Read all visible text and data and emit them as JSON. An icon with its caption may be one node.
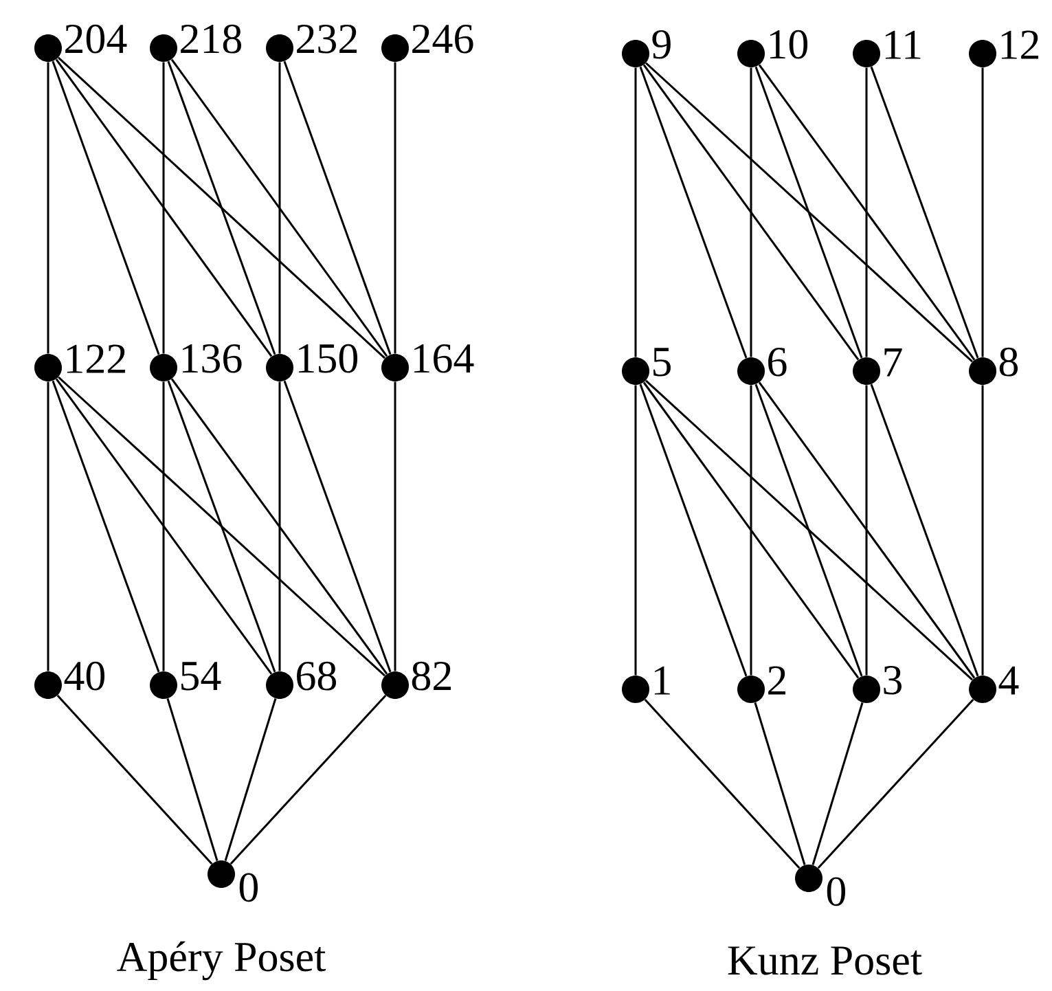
{
  "diagram": {
    "nodes": [
      {
        "text": [],
        "shape": "circle",
        "beside": [
          "204"
        ]
      },
      {
        "text": [],
        "shape": "circle",
        "beside": [
          "218"
        ]
      },
      {
        "text": [],
        "shape": "circle",
        "beside": [
          "232"
        ]
      },
      {
        "text": [],
        "shape": "circle",
        "beside": [
          "246"
        ]
      },
      {
        "text": [],
        "shape": "circle",
        "beside": [
          "122"
        ]
      },
      {
        "text": [],
        "shape": "circle",
        "beside": [
          "136"
        ]
      },
      {
        "text": [],
        "shape": "circle",
        "beside": [
          "150"
        ]
      },
      {
        "text": [],
        "shape": "circle",
        "beside": [
          "164"
        ]
      },
      {
        "text": [],
        "shape": "circle",
        "beside": [
          "40"
        ]
      },
      {
        "text": [],
        "shape": "circle",
        "beside": [
          "54"
        ]
      },
      {
        "text": [],
        "shape": "circle",
        "beside": [
          "68"
        ]
      },
      {
        "text": [],
        "shape": "circle",
        "beside": [
          "82"
        ]
      },
      {
        "text": [],
        "shape": "circle",
        "beside": [
          "0"
        ]
      },
      {
        "text": [],
        "shape": "circle",
        "beside": [
          "9"
        ]
      },
      {
        "text": [],
        "shape": "circle",
        "beside": [
          "10"
        ]
      },
      {
        "text": [],
        "shape": "circle",
        "beside": [
          "11"
        ]
      },
      {
        "text": [],
        "shape": "circle",
        "beside": [
          "12"
        ]
      },
      {
        "text": [],
        "shape": "circle",
        "beside": [
          "5"
        ]
      },
      {
        "text": [],
        "shape": "circle",
        "beside": [
          "6"
        ]
      },
      {
        "text": [],
        "shape": "circle",
        "beside": [
          "7"
        ]
      },
      {
        "text": [],
        "shape": "circle",
        "beside": [
          "8"
        ]
      },
      {
        "text": [],
        "shape": "circle",
        "beside": [
          "1"
        ]
      },
      {
        "text": [],
        "shape": "circle",
        "beside": [
          "2"
        ]
      },
      {
        "text": [],
        "shape": "circle",
        "beside": [
          "3"
        ]
      },
      {
        "text": [],
        "shape": "circle",
        "beside": [
          "4"
        ]
      },
      {
        "text": [],
        "shape": "circle",
        "beside": [
          "0"
        ]
      }
    ],
    "edges": [
      {
        "from": 0,
        "to": 4,
        "arrow": "none"
      },
      {
        "from": 0,
        "to": 5,
        "arrow": "none"
      },
      {
        "from": 0,
        "to": 6,
        "arrow": "none"
      },
      {
        "from": 0,
        "to": 7,
        "arrow": "none"
      },
      {
        "from": 1,
        "to": 5,
        "arrow": "none"
      },
      {
        "from": 1,
        "to": 6,
        "arrow": "none"
      },
      {
        "from": 1,
        "to": 7,
        "arrow": "none"
      },
      {
        "from": 2,
        "to": 6,
        "arrow": "none"
      },
      {
        "from": 2,
        "to": 7,
        "arrow": "none"
      },
      {
        "from": 3,
        "to": 7,
        "arrow": "none"
      },
      {
        "from": 4,
        "to": 8,
        "arrow": "none"
      },
      {
        "from": 4,
        "to": 9,
        "arrow": "none"
      },
      {
        "from": 4,
        "to": 10,
        "arrow": "none"
      },
      {
        "from": 4,
        "to": 11,
        "arrow": "none"
      },
      {
        "from": 5,
        "to": 9,
        "arrow": "none"
      },
      {
        "from": 5,
        "to": 10,
        "arrow": "none"
      },
      {
        "from": 5,
        "to": 11,
        "arrow": "none"
      },
      {
        "from": 6,
        "to": 10,
        "arrow": "none"
      },
      {
        "from": 6,
        "to": 11,
        "arrow": "none"
      },
      {
        "from": 7,
        "to": 11,
        "arrow": "none"
      },
      {
        "from": 8,
        "to": 12,
        "arrow": "none"
      },
      {
        "from": 9,
        "to": 12,
        "arrow": "none"
      },
      {
        "from": 10,
        "to": 12,
        "arrow": "none"
      },
      {
        "from": 11,
        "to": 12,
        "arrow": "none"
      },
      {
        "from": 13,
        "to": 17,
        "arrow": "none"
      },
      {
        "from": 13,
        "to": 18,
        "arrow": "none"
      },
      {
        "from": 13,
        "to": 19,
        "arrow": "none"
      },
      {
        "from": 13,
        "to": 20,
        "arrow": "none"
      },
      {
        "from": 14,
        "to": 18,
        "arrow": "none"
      },
      {
        "from": 14,
        "to": 19,
        "arrow": "none"
      },
      {
        "from": 14,
        "to": 20,
        "arrow": "none"
      },
      {
        "from": 15,
        "to": 19,
        "arrow": "none"
      },
      {
        "from": 15,
        "to": 20,
        "arrow": "none"
      },
      {
        "from": 16,
        "to": 20,
        "arrow": "none"
      },
      {
        "from": 17,
        "to": 21,
        "arrow": "none"
      },
      {
        "from": 17,
        "to": 22,
        "arrow": "none"
      },
      {
        "from": 17,
        "to": 23,
        "arrow": "none"
      },
      {
        "from": 17,
        "to": 24,
        "arrow": "none"
      },
      {
        "from": 18,
        "to": 22,
        "arrow": "none"
      },
      {
        "from": 18,
        "to": 23,
        "arrow": "none"
      },
      {
        "from": 18,
        "to": 24,
        "arrow": "none"
      },
      {
        "from": 19,
        "to": 23,
        "arrow": "none"
      },
      {
        "from": 19,
        "to": 24,
        "arrow": "none"
      },
      {
        "from": 20,
        "to": 24,
        "arrow": "none"
      },
      {
        "from": 21,
        "to": 25,
        "arrow": "none"
      },
      {
        "from": 22,
        "to": 25,
        "arrow": "none"
      },
      {
        "from": 23,
        "to": 25,
        "arrow": "none"
      },
      {
        "from": 24,
        "to": 25,
        "arrow": "none"
      }
    ],
    "labels": [
      "Apéry Poset",
      "Kunz Poset"
    ]
  }
}
